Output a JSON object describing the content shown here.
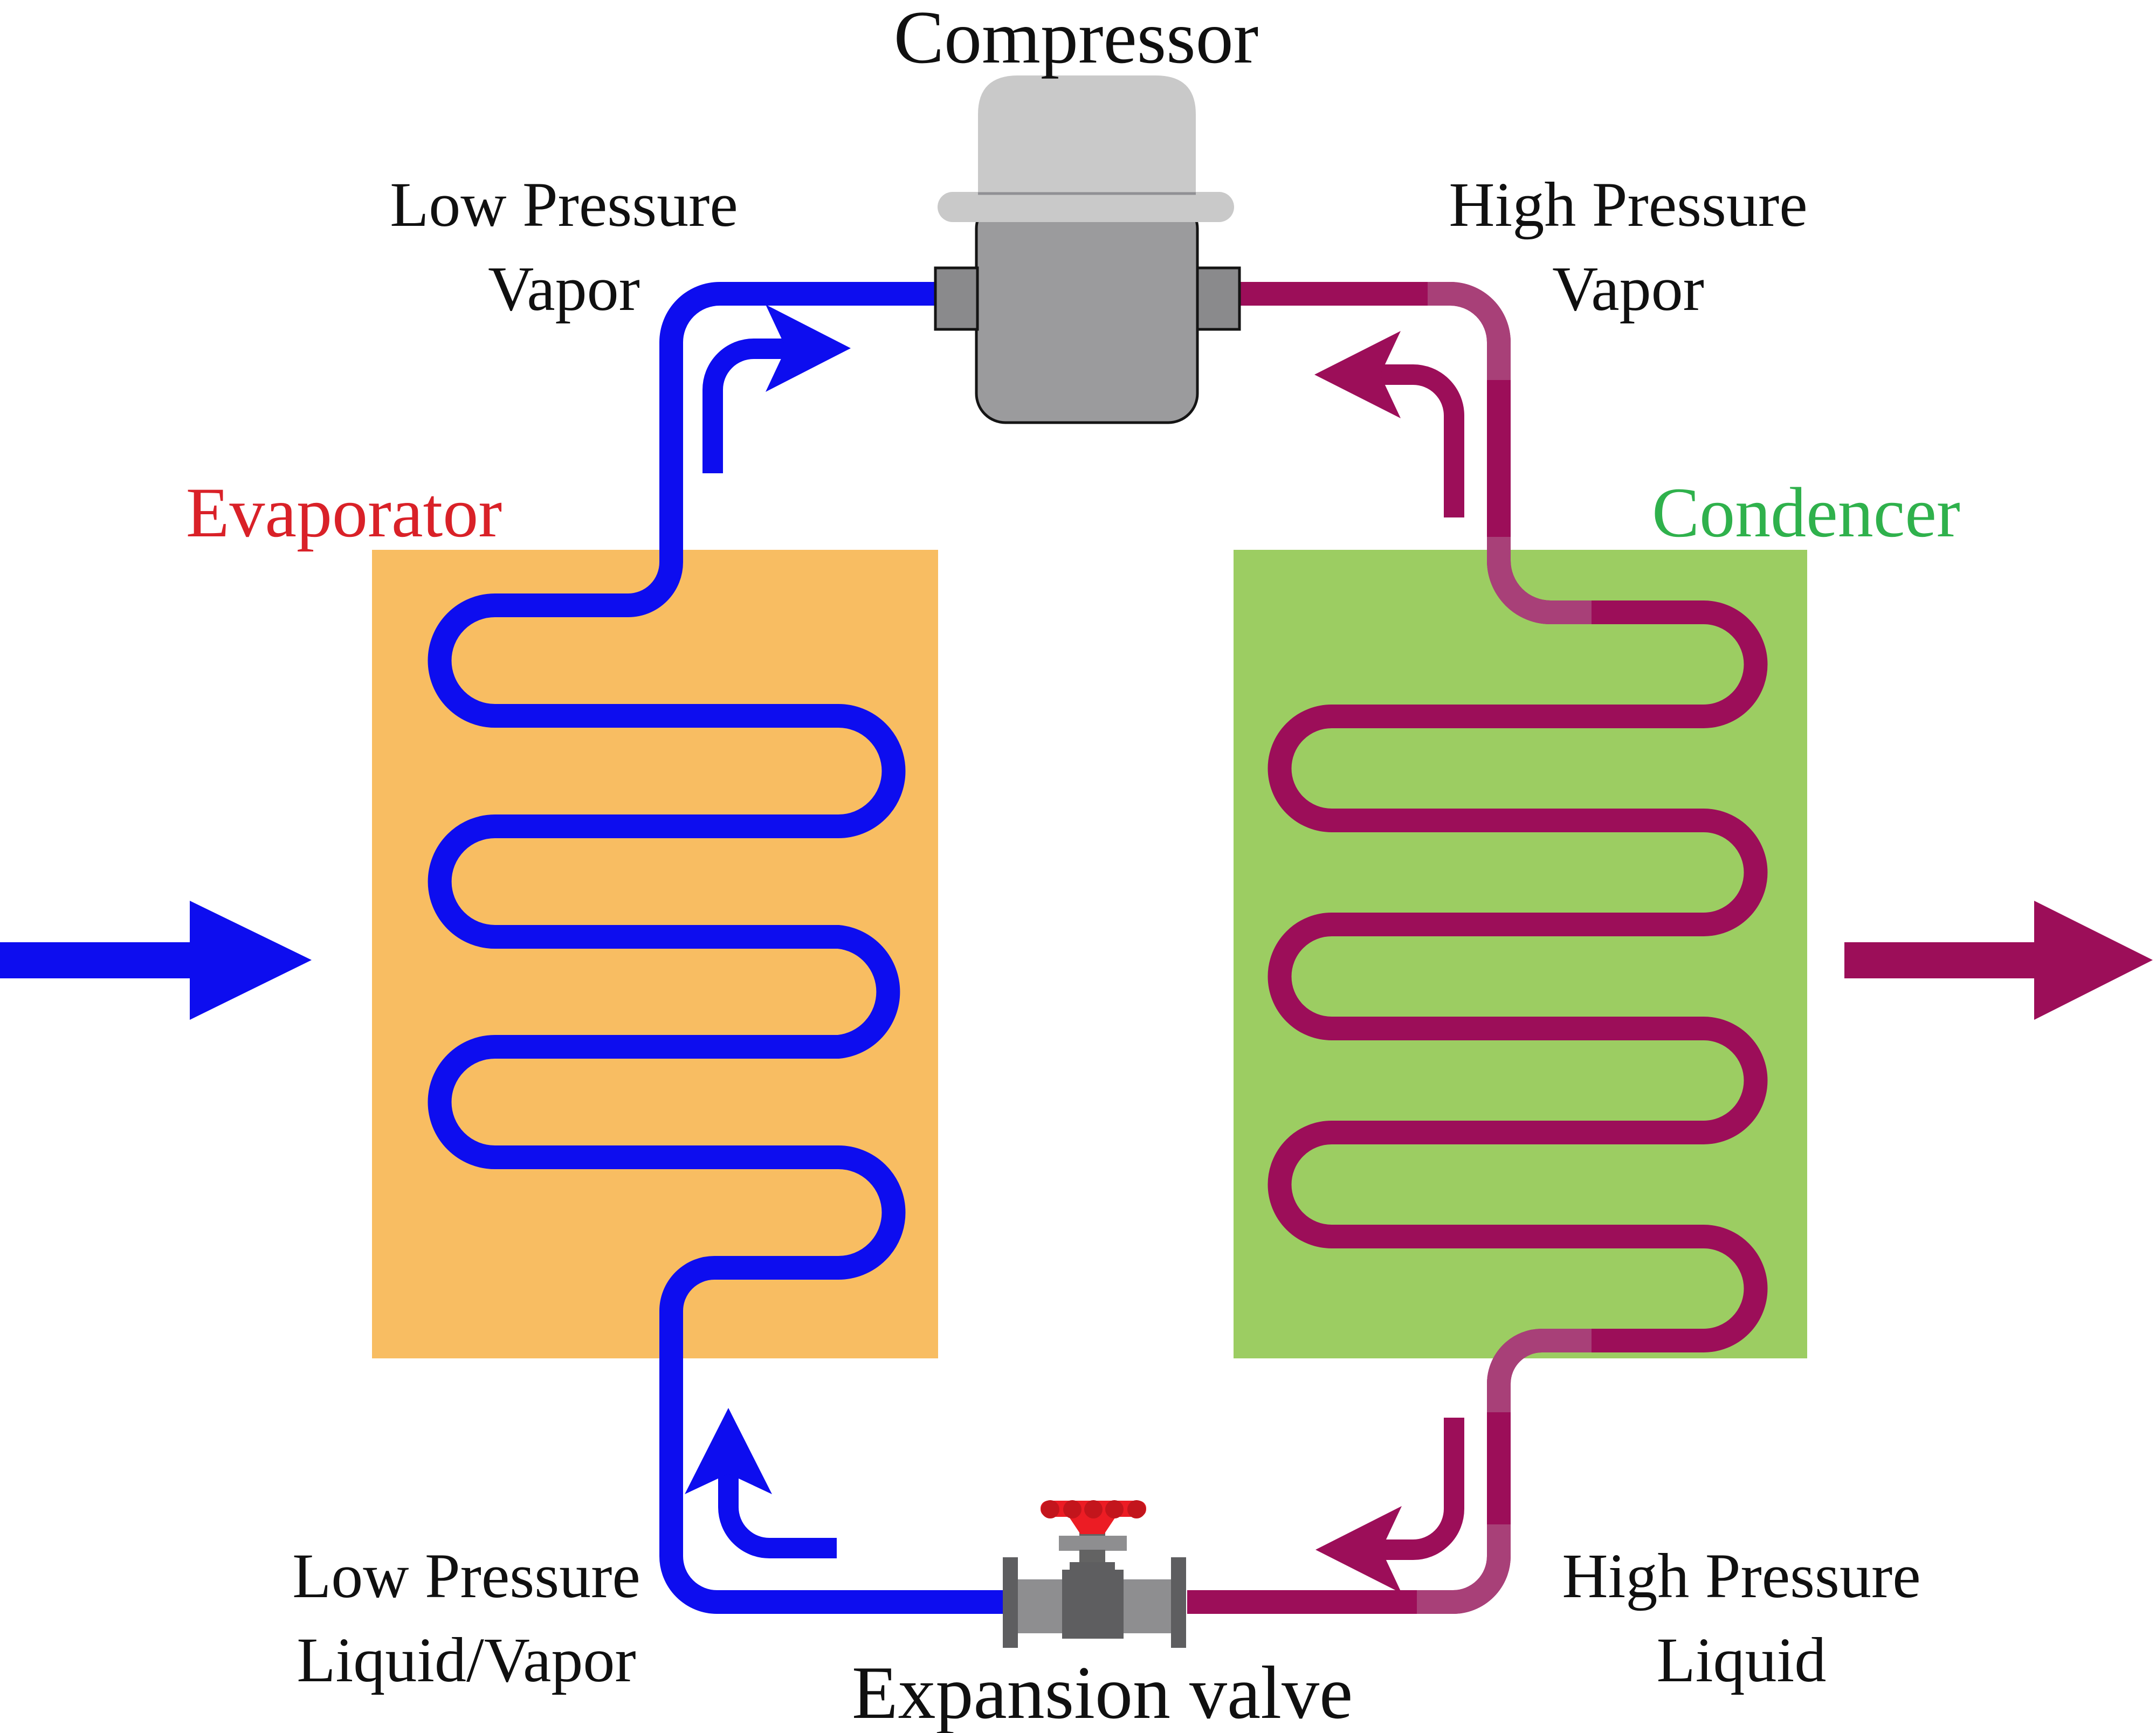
{
  "diagram": {
    "type": "refrigeration-cycle",
    "background": "#ffffff"
  },
  "labels": {
    "compressor": "Compressor",
    "expansion_valve": "Expansion valve",
    "evaporator": "Evaporator",
    "condenser": "Condencer",
    "low_pressure_vapor_line1": "Low Pressure",
    "low_pressure_vapor_line2": "Vapor",
    "high_pressure_vapor_line1": "High Pressure",
    "high_pressure_vapor_line2": "Vapor",
    "low_pressure_liquid_line1": "Low Pressure",
    "low_pressure_liquid_line2": "Liquid/Vapor",
    "high_pressure_liquid_line1": "High Pressure",
    "high_pressure_liquid_line2": "Liquid"
  },
  "colors": {
    "low_pressure_line": "#0D0DEF",
    "high_pressure_line": "#9C0E59",
    "high_pressure_line_highlight": "#A84078",
    "evaporator_fill": "#F8BD62",
    "condenser_fill": "#9CCD62",
    "evaporator_label": "#D92128",
    "condenser_label": "#2FB14C",
    "compressor_light_gray": "#C9C9C9",
    "compressor_body_gray": "#9B9B9D",
    "port_gray": "#8A8A8C",
    "valve_dark_gray": "#5E5E60",
    "valve_mid_gray": "#8E8E90",
    "valve_stem_gray": "#636363",
    "valve_handle_red": "#EC1C24",
    "valve_knob_red": "#C3151C",
    "text_black": "#101010"
  },
  "icons": {
    "compressor-icon": "rounded-tank-with-cap-and-side-ports",
    "expansion-valve-icon": "gate-valve-with-red-handwheel",
    "evaporator-coil-icon": "blue-serpentine-coil",
    "condenser-coil-icon": "maroon-serpentine-coil",
    "airflow-in-arrow": "large-right-pointing-blue-arrow",
    "airflow-out-arrow": "large-right-pointing-maroon-arrow",
    "suction-flow-arrow": "bent-up-right-blue-arrow",
    "discharge-flow-arrow": "bent-down-left-maroon-arrow",
    "evaporator-inlet-flow-arrow": "bent-left-up-blue-arrow",
    "condenser-outlet-flow-arrow": "bent-down-left-maroon-arrow"
  }
}
